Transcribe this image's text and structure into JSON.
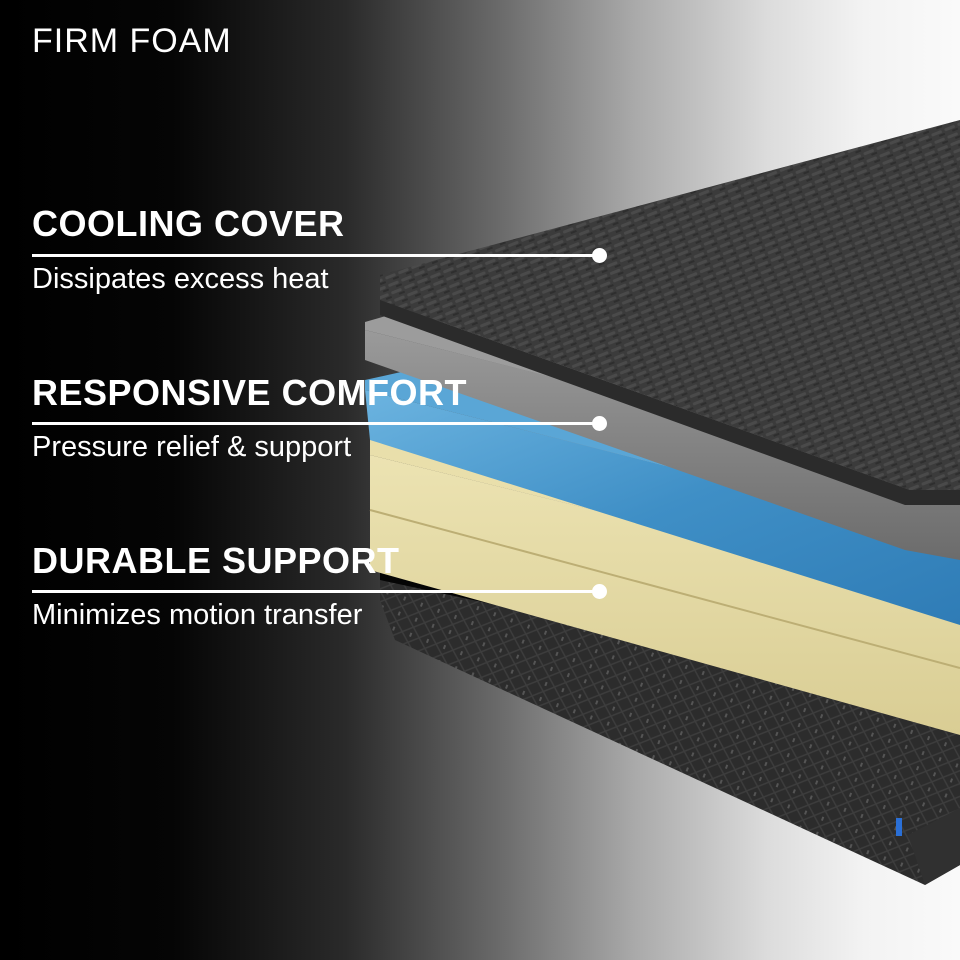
{
  "title": "FIRM FOAM",
  "callouts": [
    {
      "heading": "COOLING COVER",
      "description": "Dissipates excess heat",
      "layer": "cooling-cover"
    },
    {
      "heading": "RESPONSIVE COMFORT",
      "description": "Pressure relief & support",
      "layer": "gel-foam"
    },
    {
      "heading": "DURABLE SUPPORT",
      "description": "Minimizes motion transfer",
      "layer": "support-foam"
    }
  ],
  "layers": [
    {
      "name": "cooling-cover",
      "color": "#3a3a3a"
    },
    {
      "name": "transition-foam",
      "color": "#8a8a8a"
    },
    {
      "name": "gel-foam",
      "color": "#4a9cd0"
    },
    {
      "name": "support-foam",
      "color": "#e6dca8"
    },
    {
      "name": "base-cover",
      "color": "#2b2b2b"
    }
  ],
  "colors": {
    "accent": "#ffffff",
    "label_tag": "#2a6fd6"
  }
}
